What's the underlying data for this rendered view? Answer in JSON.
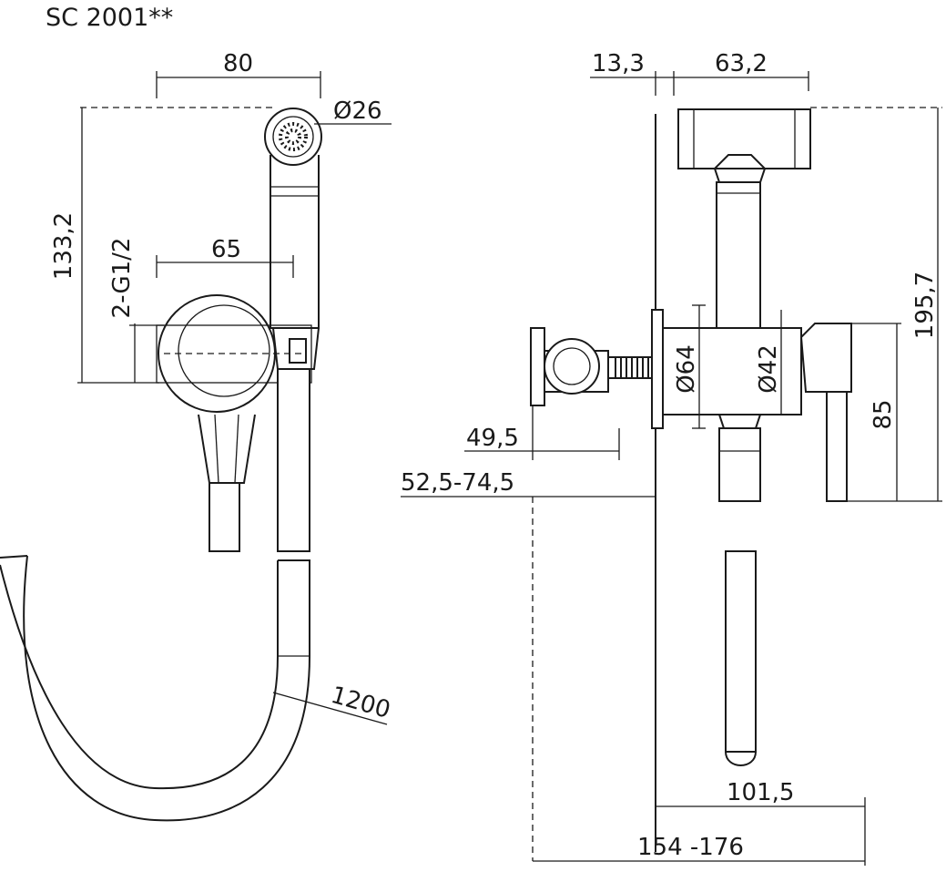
{
  "title": "SC 2001**",
  "left_view": {
    "width_80": "80",
    "head_diameter": "Ø26",
    "height_133_2": "133,2",
    "offset_65": "65",
    "thread": "2-G1/2",
    "hose_length": "1200"
  },
  "right_view": {
    "wall_13_3": "13,3",
    "depth_63_2": "63,2",
    "height_195_7": "195,7",
    "plate_diameter": "Ø64",
    "body_diameter": "Ø42",
    "height_85": "85",
    "depth_49_5": "49,5",
    "range_52_5_74_5": "52,5-74,5",
    "depth_101_5": "101,5",
    "total_154_176": "154 -176"
  }
}
